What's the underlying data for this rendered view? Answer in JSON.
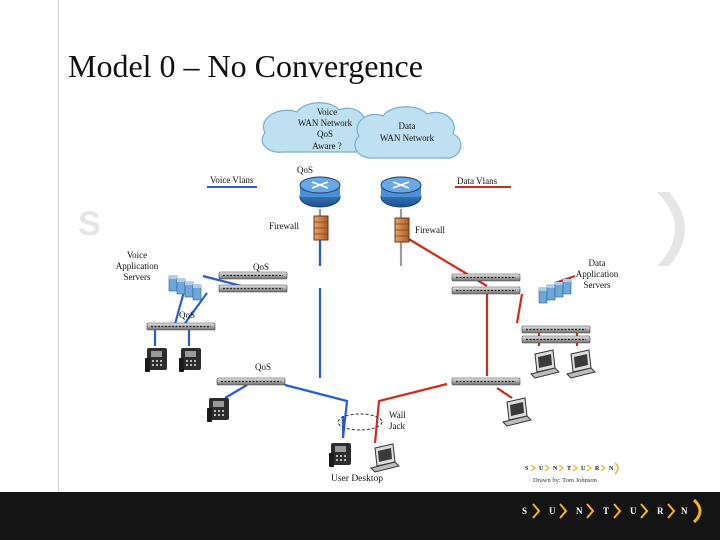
{
  "slide": {
    "title": "Model 0 – No Convergence"
  },
  "diagram": {
    "voice_wan_cloud": [
      "Voice",
      "WAN Network",
      "QoS",
      "Aware ?"
    ],
    "data_wan_cloud": [
      "Data",
      "WAN Network"
    ],
    "voice_vlans_label": "Voice Vlans",
    "data_vlans_label": "Data Vlans",
    "qos_router_label": "QoS",
    "firewall_left_label": "Firewall",
    "firewall_right_label": "Firewall",
    "voice_servers_label": [
      "Voice",
      "Application",
      "Servers"
    ],
    "data_servers_label": [
      "Data",
      "Application",
      "Servers"
    ],
    "qos_switch_top": "QoS",
    "qos_switch_left": "QoS",
    "qos_switch_mid": "QoS",
    "wall_jack_label": [
      "Wall",
      "Jack"
    ],
    "user_desktop_label": "User Desktop",
    "logo_letters": [
      "S",
      "U",
      "N",
      "T",
      "U",
      "R",
      "N"
    ],
    "credit": "Drawn by: Tom Johnson"
  },
  "footer": {
    "letters": [
      "S",
      "U",
      "N",
      "T",
      "U",
      "R",
      "N"
    ]
  },
  "colors": {
    "voice_link": "#2b5bd7",
    "data_link": "#d42a1e",
    "gray_link": "#9a9a9a",
    "footer_bg": "#141414",
    "accent_yellow": "#f3b51b",
    "cloud_fill": "#bfe0f0",
    "router_fill": "#2a6db3",
    "firewall_fill": "#c9773a"
  }
}
